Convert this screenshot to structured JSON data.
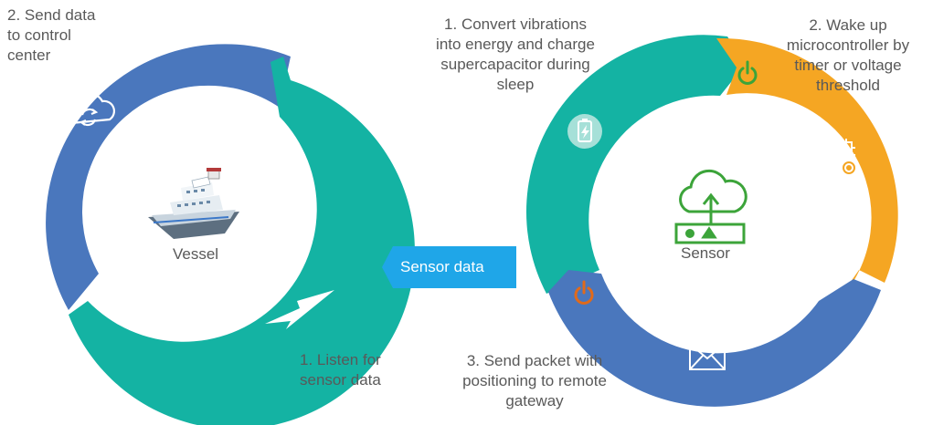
{
  "colors": {
    "blue": "#4a77bd",
    "teal": "#14b3a3",
    "orange": "#f5a623",
    "green": "#3ca43a",
    "icon_orange": "#e06a1b",
    "arrow_blue": "#1fa6e8",
    "text": "#595959"
  },
  "left_cycle": {
    "center_label": "Vessel",
    "step_send": "2. Send data\nto control\ncenter",
    "step_listen": "1. Listen for\nsensor data",
    "icons": [
      "cloud-sync-icon",
      "lightning-icon",
      "ship-icon"
    ]
  },
  "connector": {
    "label": "Sensor data"
  },
  "right_cycle": {
    "center_label": "Sensor",
    "step_convert": "1. Convert vibrations\ninto energy and charge\nsupercapacitor during\nsleep",
    "step_wake": "2. Wake up\nmicrocontroller by\ntimer or voltage\nthreshold",
    "step_send": "3. Send packet with\npositioning to remote\ngateway",
    "icons": [
      "battery-charge-icon",
      "power-icon",
      "microchip-icon",
      "mail-icon",
      "cloud-upload-router-icon"
    ]
  }
}
